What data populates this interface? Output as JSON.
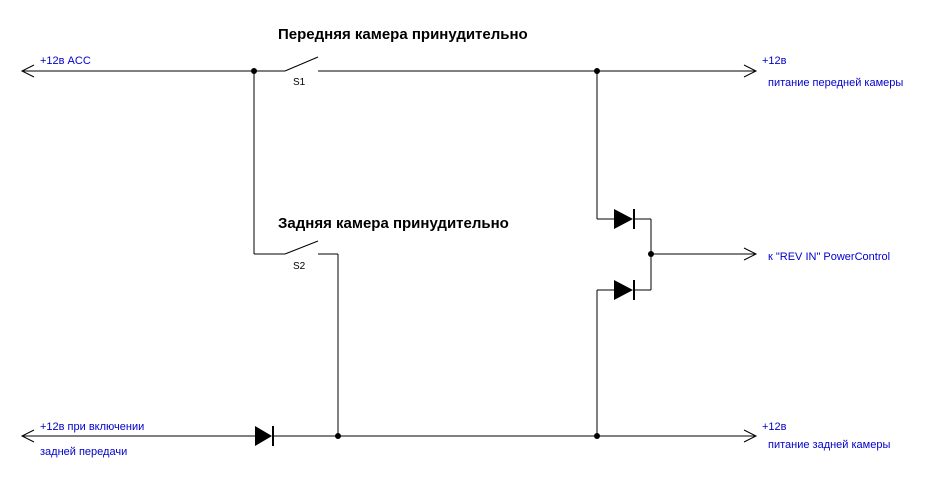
{
  "headings": {
    "front": "Передняя камера принудительно",
    "rear": "Задняя камера принудительно"
  },
  "switches": {
    "s1": "S1",
    "s2": "S2"
  },
  "labels": {
    "acc": "+12в  ACC",
    "reverse_line1": "+12в  при включении",
    "reverse_line2": "задней передачи",
    "front_power_line1": "+12в",
    "front_power_line2": "питание передней камеры",
    "rev_in": "к \"REV IN\" PowerControl",
    "rear_power_line1": "+12в",
    "rear_power_line2": "питание задней камеры"
  },
  "colors": {
    "wire": "#000000",
    "label": "#0000cc"
  }
}
